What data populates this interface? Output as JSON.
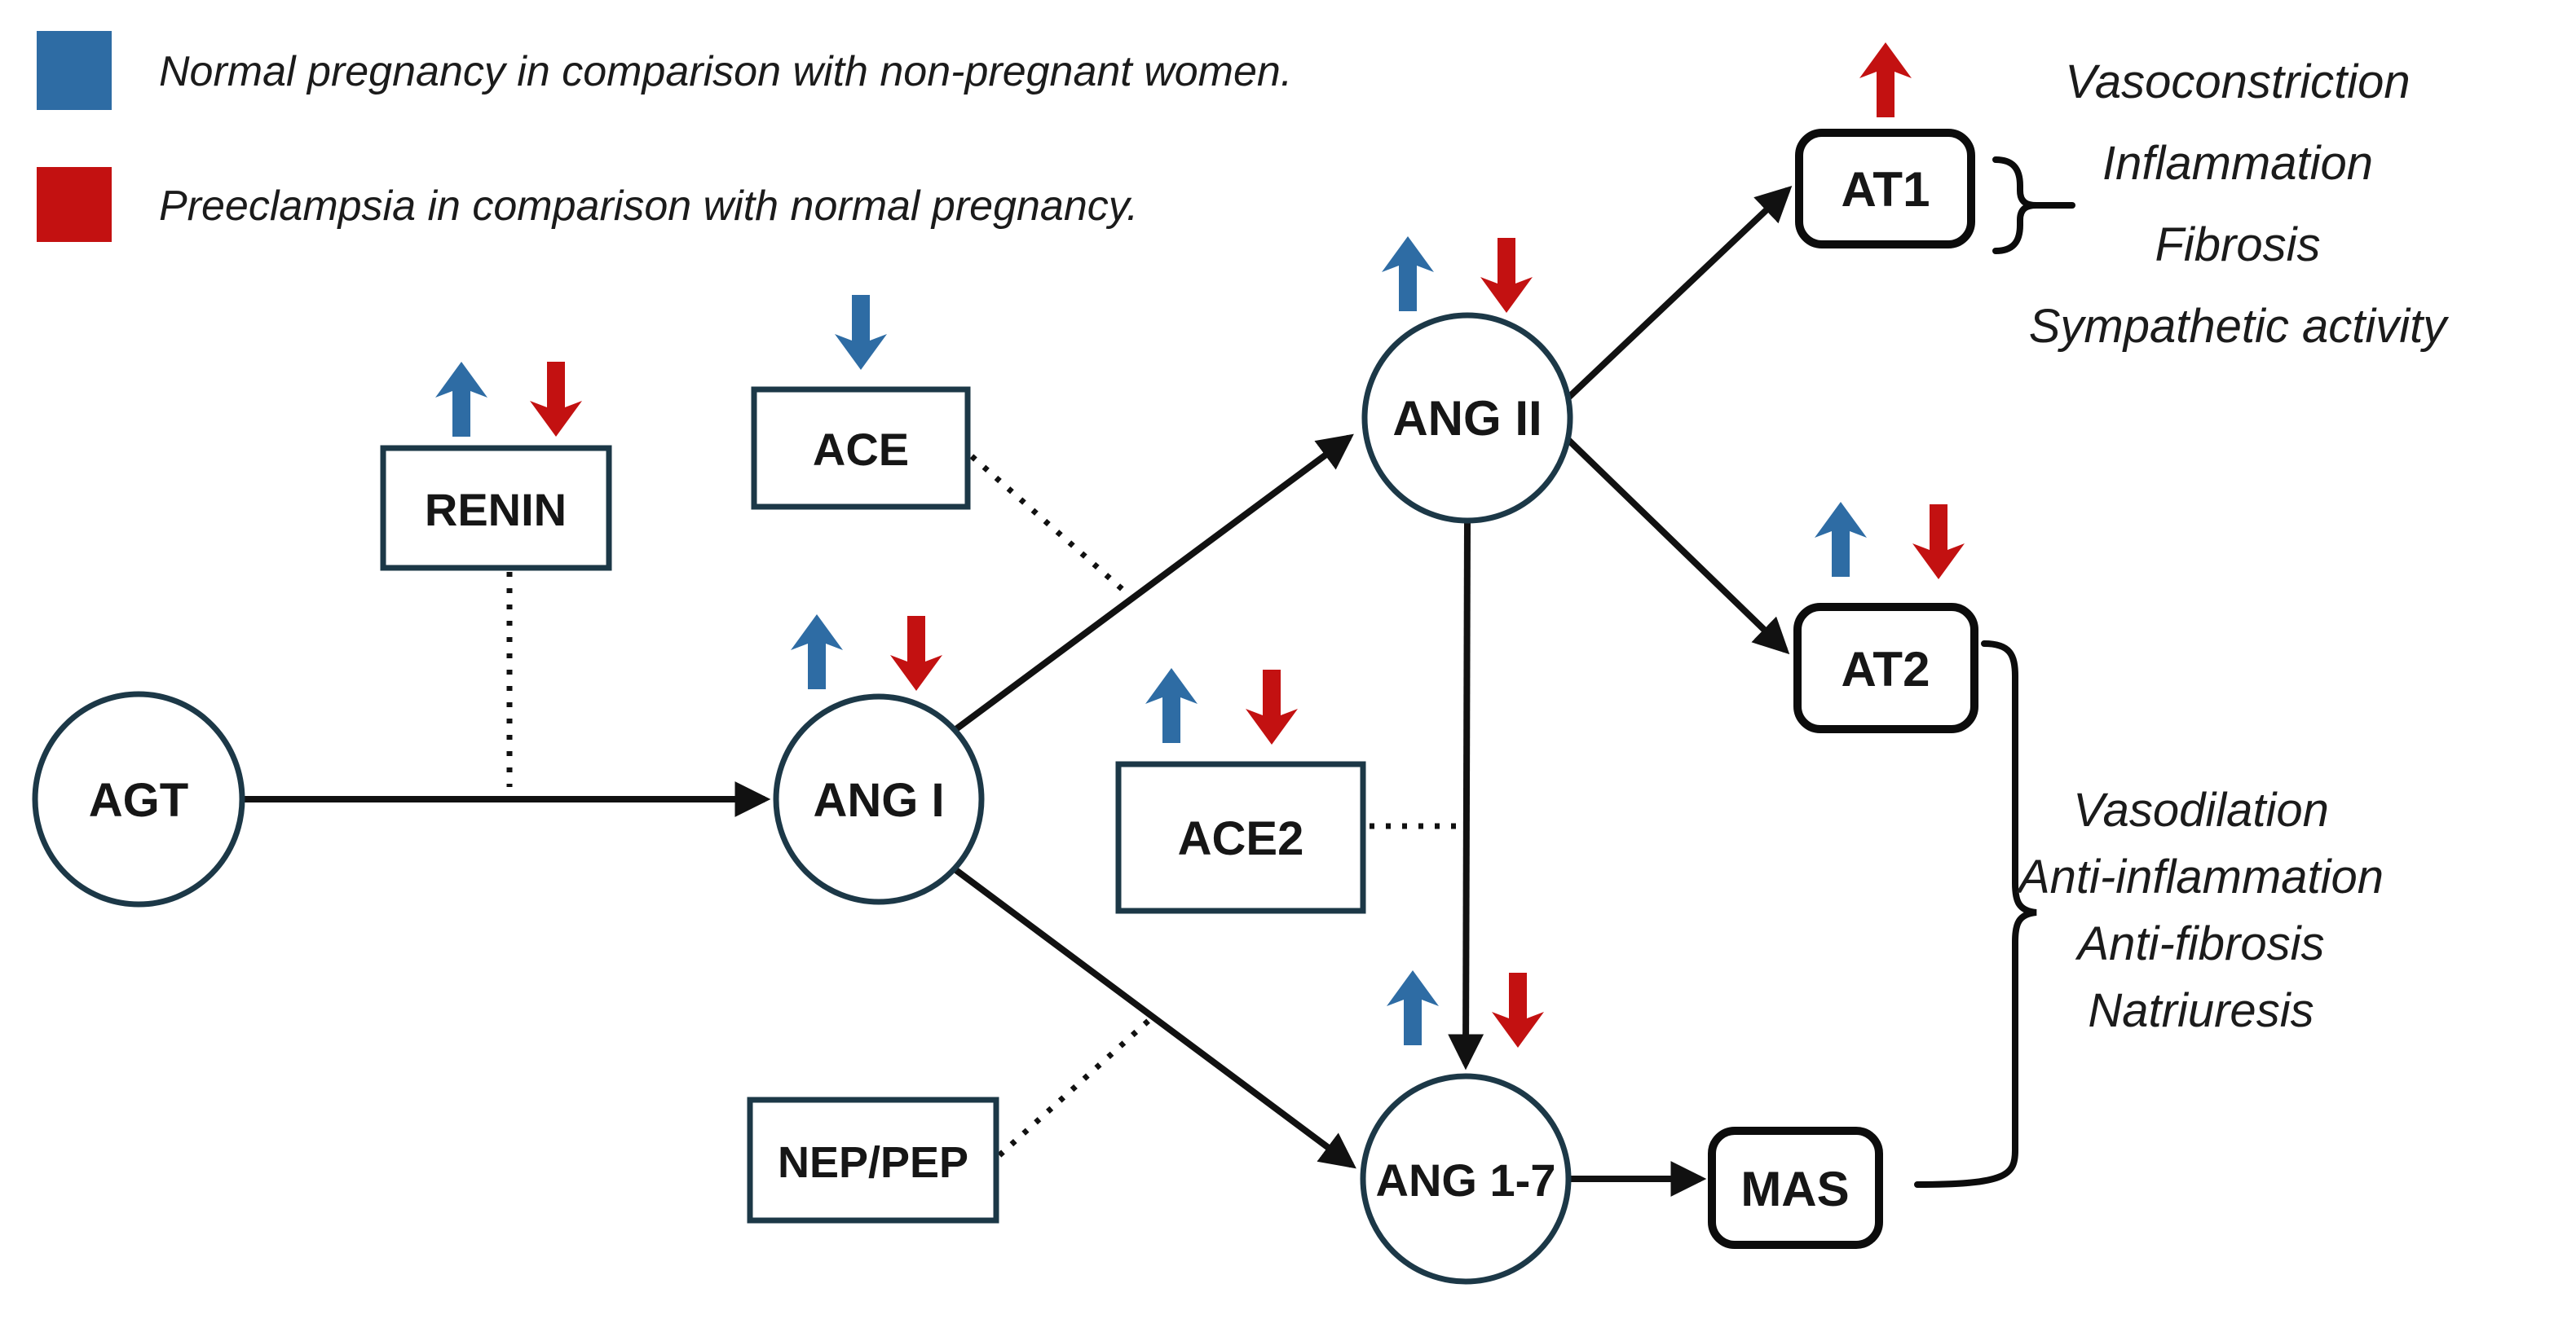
{
  "figure": {
    "background": "#ffffff"
  },
  "colors": {
    "indicator_blue": "#2E6CA4",
    "indicator_red": "#C31111",
    "node_border_navy": "#1C3847",
    "receptor_border_black": "#0c0c0c",
    "line_black": "#111111"
  },
  "legend": {
    "items": [
      {
        "swatch_color": "#2E6CA4",
        "label": "Normal pregnancy in comparison with non-pregnant women."
      },
      {
        "swatch_color": "#C31111",
        "label": "Preeclampsia in comparison with normal pregnancy."
      }
    ]
  },
  "nodes": {
    "agt": {
      "label": "AGT",
      "shape": "circle"
    },
    "renin": {
      "label": "RENIN",
      "shape": "rect",
      "indicators": [
        "blue-up",
        "red-down"
      ]
    },
    "ace": {
      "label": "ACE",
      "shape": "rect",
      "indicators": [
        "blue-down"
      ]
    },
    "ang1": {
      "label": "ANG I",
      "shape": "circle",
      "indicators": [
        "blue-up",
        "red-down"
      ]
    },
    "ang2": {
      "label": "ANG II",
      "shape": "circle",
      "indicators": [
        "blue-up",
        "red-down"
      ]
    },
    "ace2": {
      "label": "ACE2",
      "shape": "rect",
      "indicators": [
        "blue-up",
        "red-down"
      ]
    },
    "neppep": {
      "label": "NEP/PEP",
      "shape": "rect"
    },
    "ang17": {
      "label": "ANG 1-7",
      "shape": "circle",
      "indicators": [
        "blue-up",
        "red-down"
      ]
    },
    "at1": {
      "label": "AT1",
      "shape": "rounded",
      "indicators": [
        "red-up"
      ]
    },
    "at2": {
      "label": "AT2",
      "shape": "rounded",
      "indicators": [
        "blue-up",
        "red-down"
      ]
    },
    "mas": {
      "label": "MAS",
      "shape": "rounded"
    }
  },
  "effects": {
    "at1": [
      "Vasoconstriction",
      "Inflammation",
      "Fibrosis",
      "Sympathetic activity"
    ],
    "at2_mas": [
      "Vasodilation",
      "Anti-inflammation",
      "Anti-fibrosis",
      "Natriuresis"
    ]
  },
  "edges": {
    "solid": [
      "AGT → ANG I",
      "ANG I → ANG II",
      "ANG I → ANG 1-7",
      "ANG II → ANG 1-7",
      "ANG II → AT1",
      "ANG II → AT2",
      "ANG 1-7 → MAS"
    ],
    "dotted": [
      "RENIN ⋯ (AGT → ANG I)",
      "ACE ⋯ (ANG I → ANG II)",
      "ACE2 ⋯ (ANG II → ANG 1-7)",
      "NEP/PEP ⋯ (ANG I → ANG 1-7)"
    ]
  }
}
